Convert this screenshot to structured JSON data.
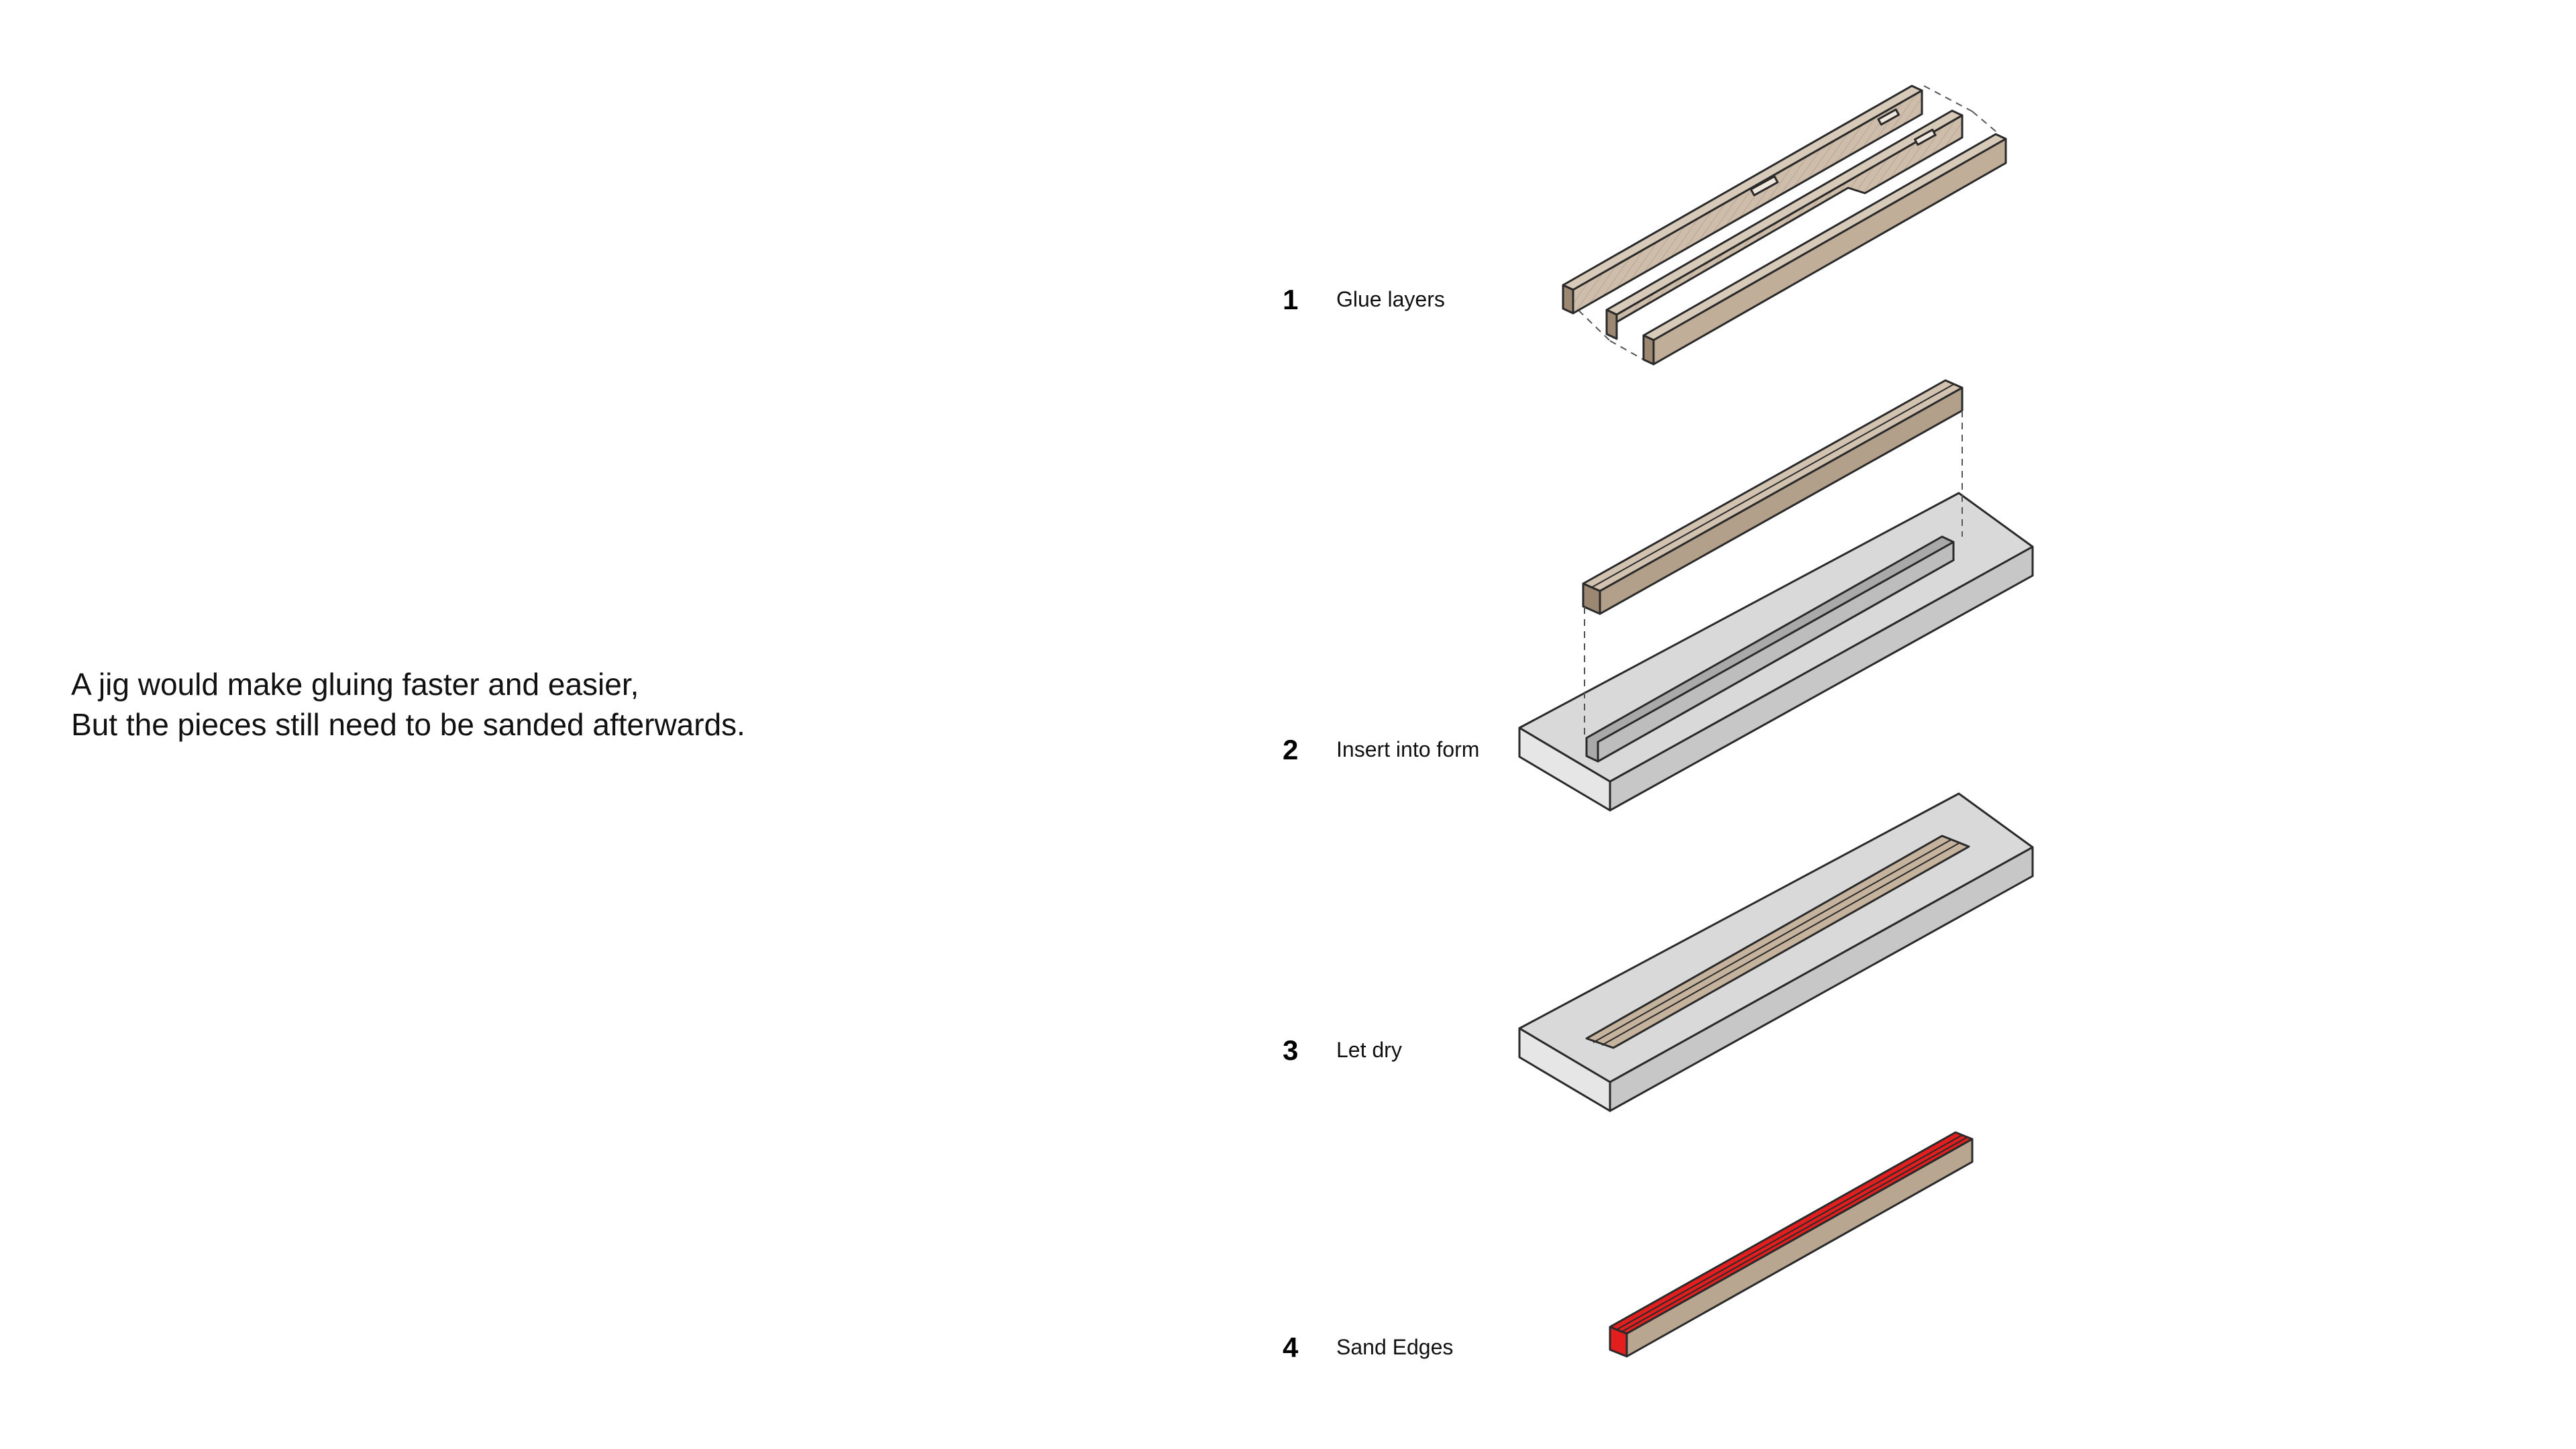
{
  "note": {
    "line1": "A jig would make gluing faster and easier,",
    "line2": "But the pieces still need to be sanded afterwards."
  },
  "steps": [
    {
      "number": "1",
      "label": "Glue layers"
    },
    {
      "number": "2",
      "label": "Insert into form"
    },
    {
      "number": "3",
      "label": "Let dry"
    },
    {
      "number": "4",
      "label": "Sand Edges"
    }
  ],
  "colors": {
    "wood_top": "#c9b9a6",
    "wood_side": "#ad9a84",
    "wood_front": "#9b8772",
    "form_top": "#d9d9d9",
    "form_side": "#c4c4c4",
    "slot": "#a9a9a9",
    "sanded_edge": "#e31e1e",
    "outline": "#2a2a2a"
  }
}
